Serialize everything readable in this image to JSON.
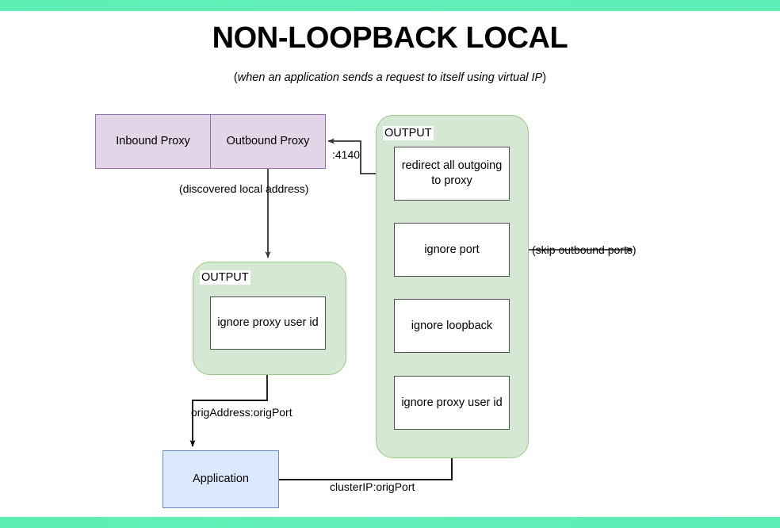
{
  "page": {
    "title": "NON-LOOPBACK LOCAL",
    "subtitle_open": "(",
    "subtitle_text": "when an application sends a request to itself using virtual IP",
    "subtitle_close": ")",
    "accent_bar_color": "#5EEFB5",
    "background_color": "#FFFFFF"
  },
  "proxy_group": {
    "inbound_label": "Inbound Proxy",
    "outbound_label": "Outbound Proxy",
    "fill_color": "#E1D5E7",
    "border_color": "#9673A6"
  },
  "output_group_left": {
    "label": "OUTPUT",
    "fill_color": "#D5E8D4",
    "border_color": "#9AC787",
    "nodes": [
      {
        "label": "ignore proxy user id"
      }
    ]
  },
  "output_group_right": {
    "label": "OUTPUT",
    "fill_color": "#D5E8D4",
    "border_color": "#9AC787",
    "nodes": [
      {
        "label": "redirect all outgoing to proxy",
        "line1": "redirect all outgoing",
        "line2": "to proxy"
      },
      {
        "label": "ignore port"
      },
      {
        "label": "ignore loopback"
      },
      {
        "label": "ignore proxy user id"
      }
    ]
  },
  "application": {
    "label": "Application",
    "fill_color": "#DAE8FC",
    "border_color": "#6C8EBF"
  },
  "edges": {
    "discovered_local_address": "(discovered local address)",
    "proxy_port": ":4140",
    "skip_outbound_ports": "(skip outbound ports)",
    "orig_address_orig_port": "origAddress:origPort",
    "cluster_ip_orig_port": "clusterIP:origPort"
  }
}
